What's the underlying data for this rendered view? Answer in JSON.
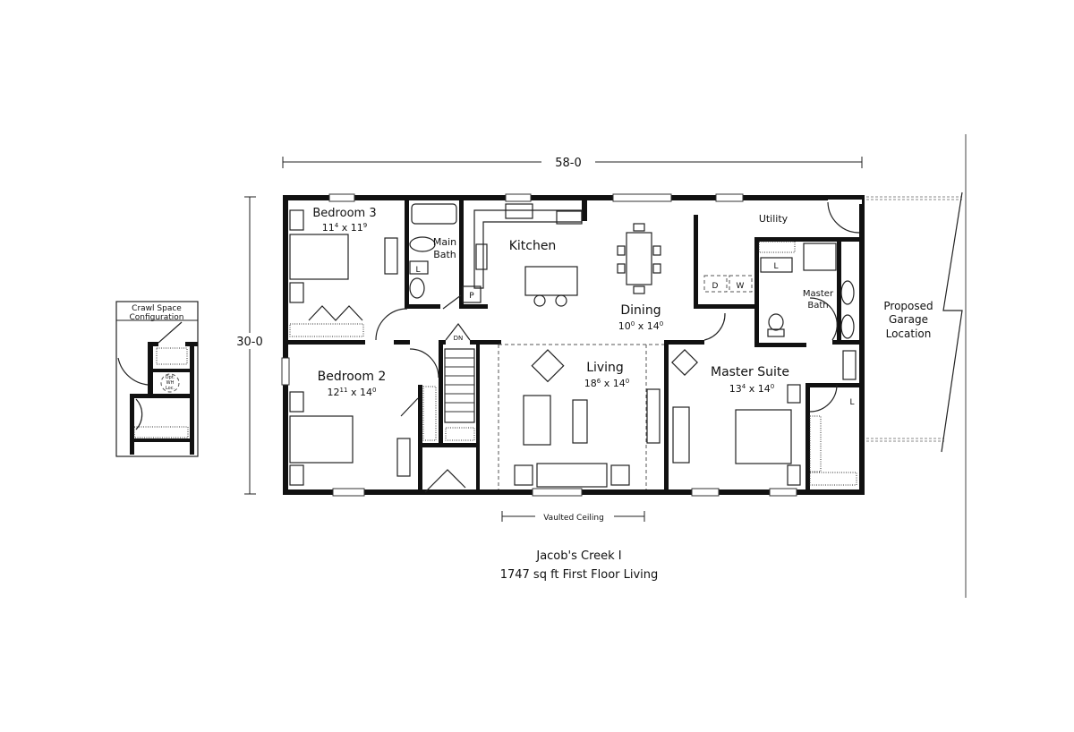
{
  "plan": {
    "name": "Jacob's Creek I",
    "area_caption": "1747 sq ft First Floor Living",
    "overall_width": "58-0",
    "overall_depth": "30-0",
    "vaulted_label": "Vaulted Ceiling",
    "garage_label": [
      "Proposed",
      "Garage",
      "Location"
    ],
    "crawl_space": {
      "title": [
        "Crawl Space",
        "Configuration"
      ],
      "wh_label": [
        "Opt.",
        "WH",
        "Loc."
      ]
    },
    "rooms": {
      "bedroom3": {
        "name": "Bedroom 3",
        "w": "11",
        "wi": "4",
        "h": "11",
        "hi": "9"
      },
      "main_bath": {
        "name": [
          "Main",
          "Bath"
        ]
      },
      "kitchen": {
        "name": "Kitchen"
      },
      "dining": {
        "name": "Dining",
        "w": "10",
        "wi": "0",
        "h": "14",
        "hi": "0"
      },
      "living": {
        "name": "Living",
        "w": "18",
        "wi": "6",
        "h": "14",
        "hi": "0"
      },
      "bedroom2": {
        "name": "Bedroom 2",
        "w": "12",
        "wi": "11",
        "h": "14",
        "hi": "0"
      },
      "master_suite": {
        "name": "Master Suite",
        "w": "13",
        "wi": "4",
        "h": "14",
        "hi": "0"
      },
      "utility": {
        "name": "Utility"
      },
      "master_bath": {
        "name": [
          "Master",
          "Bath"
        ]
      }
    },
    "fixtures": {
      "linen": "L",
      "pantry": "P",
      "dryer": "D",
      "washer": "W",
      "stairs_down": "DN"
    }
  }
}
